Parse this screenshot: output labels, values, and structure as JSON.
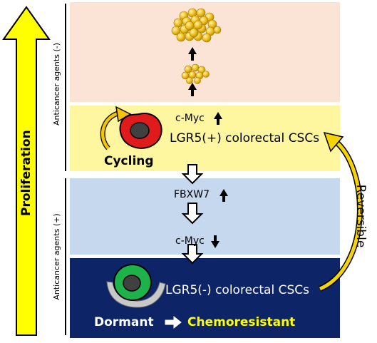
{
  "left_arrow": {
    "label": "Proliferation"
  },
  "side_labels": {
    "top": "Anticancer agents (-)",
    "bottom": "Anticancer agents (+)"
  },
  "cycling_panel": {
    "cmyc": "c-Myc",
    "cell_label": "LGR5(+) colorectal CSCs",
    "state": "Cycling"
  },
  "blue_panel": {
    "fbxw7": "FBXW7",
    "cmyc": "c-Myc"
  },
  "dormant_panel": {
    "cell_label": "LGR5(-) colorectal CSCs",
    "state": "Dormant",
    "outcome": "Chemoresistant"
  },
  "reversible_label": "Reversible",
  "colors": {
    "proliferation_arrow": "#ffff00",
    "top_panel": "#fbe3d6",
    "cycling_panel": "#fff6a0",
    "blue_panel": "#c5d8ee",
    "dormant_panel": "#0d2467",
    "chemoresistant_text": "#ffff00"
  }
}
